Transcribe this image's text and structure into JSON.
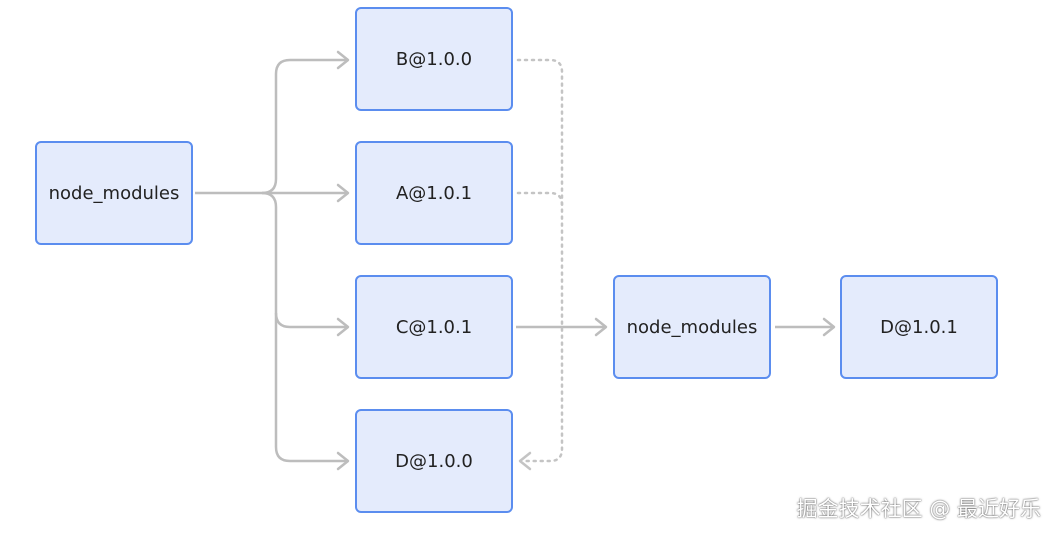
{
  "nodes": {
    "root": "node_modules",
    "b": "B@1.0.0",
    "a": "A@1.0.1",
    "c": "C@1.0.1",
    "d0": "D@1.0.0",
    "nested": "node_modules",
    "d1": "D@1.0.1"
  },
  "edges": [
    {
      "from": "root",
      "to": "b",
      "style": "solid"
    },
    {
      "from": "root",
      "to": "a",
      "style": "solid"
    },
    {
      "from": "root",
      "to": "c",
      "style": "solid"
    },
    {
      "from": "root",
      "to": "d0",
      "style": "solid"
    },
    {
      "from": "c",
      "to": "nested",
      "style": "solid"
    },
    {
      "from": "nested",
      "to": "d1",
      "style": "solid"
    },
    {
      "from": "b",
      "to": "d0",
      "style": "dotted"
    },
    {
      "from": "a",
      "to": "d0",
      "style": "dotted"
    }
  ],
  "colors": {
    "node_fill": "#e4ebfc",
    "node_border": "#5b8def",
    "edge": "#bdbdbd"
  },
  "watermark": "掘金技术社区 @ 最近好乐"
}
